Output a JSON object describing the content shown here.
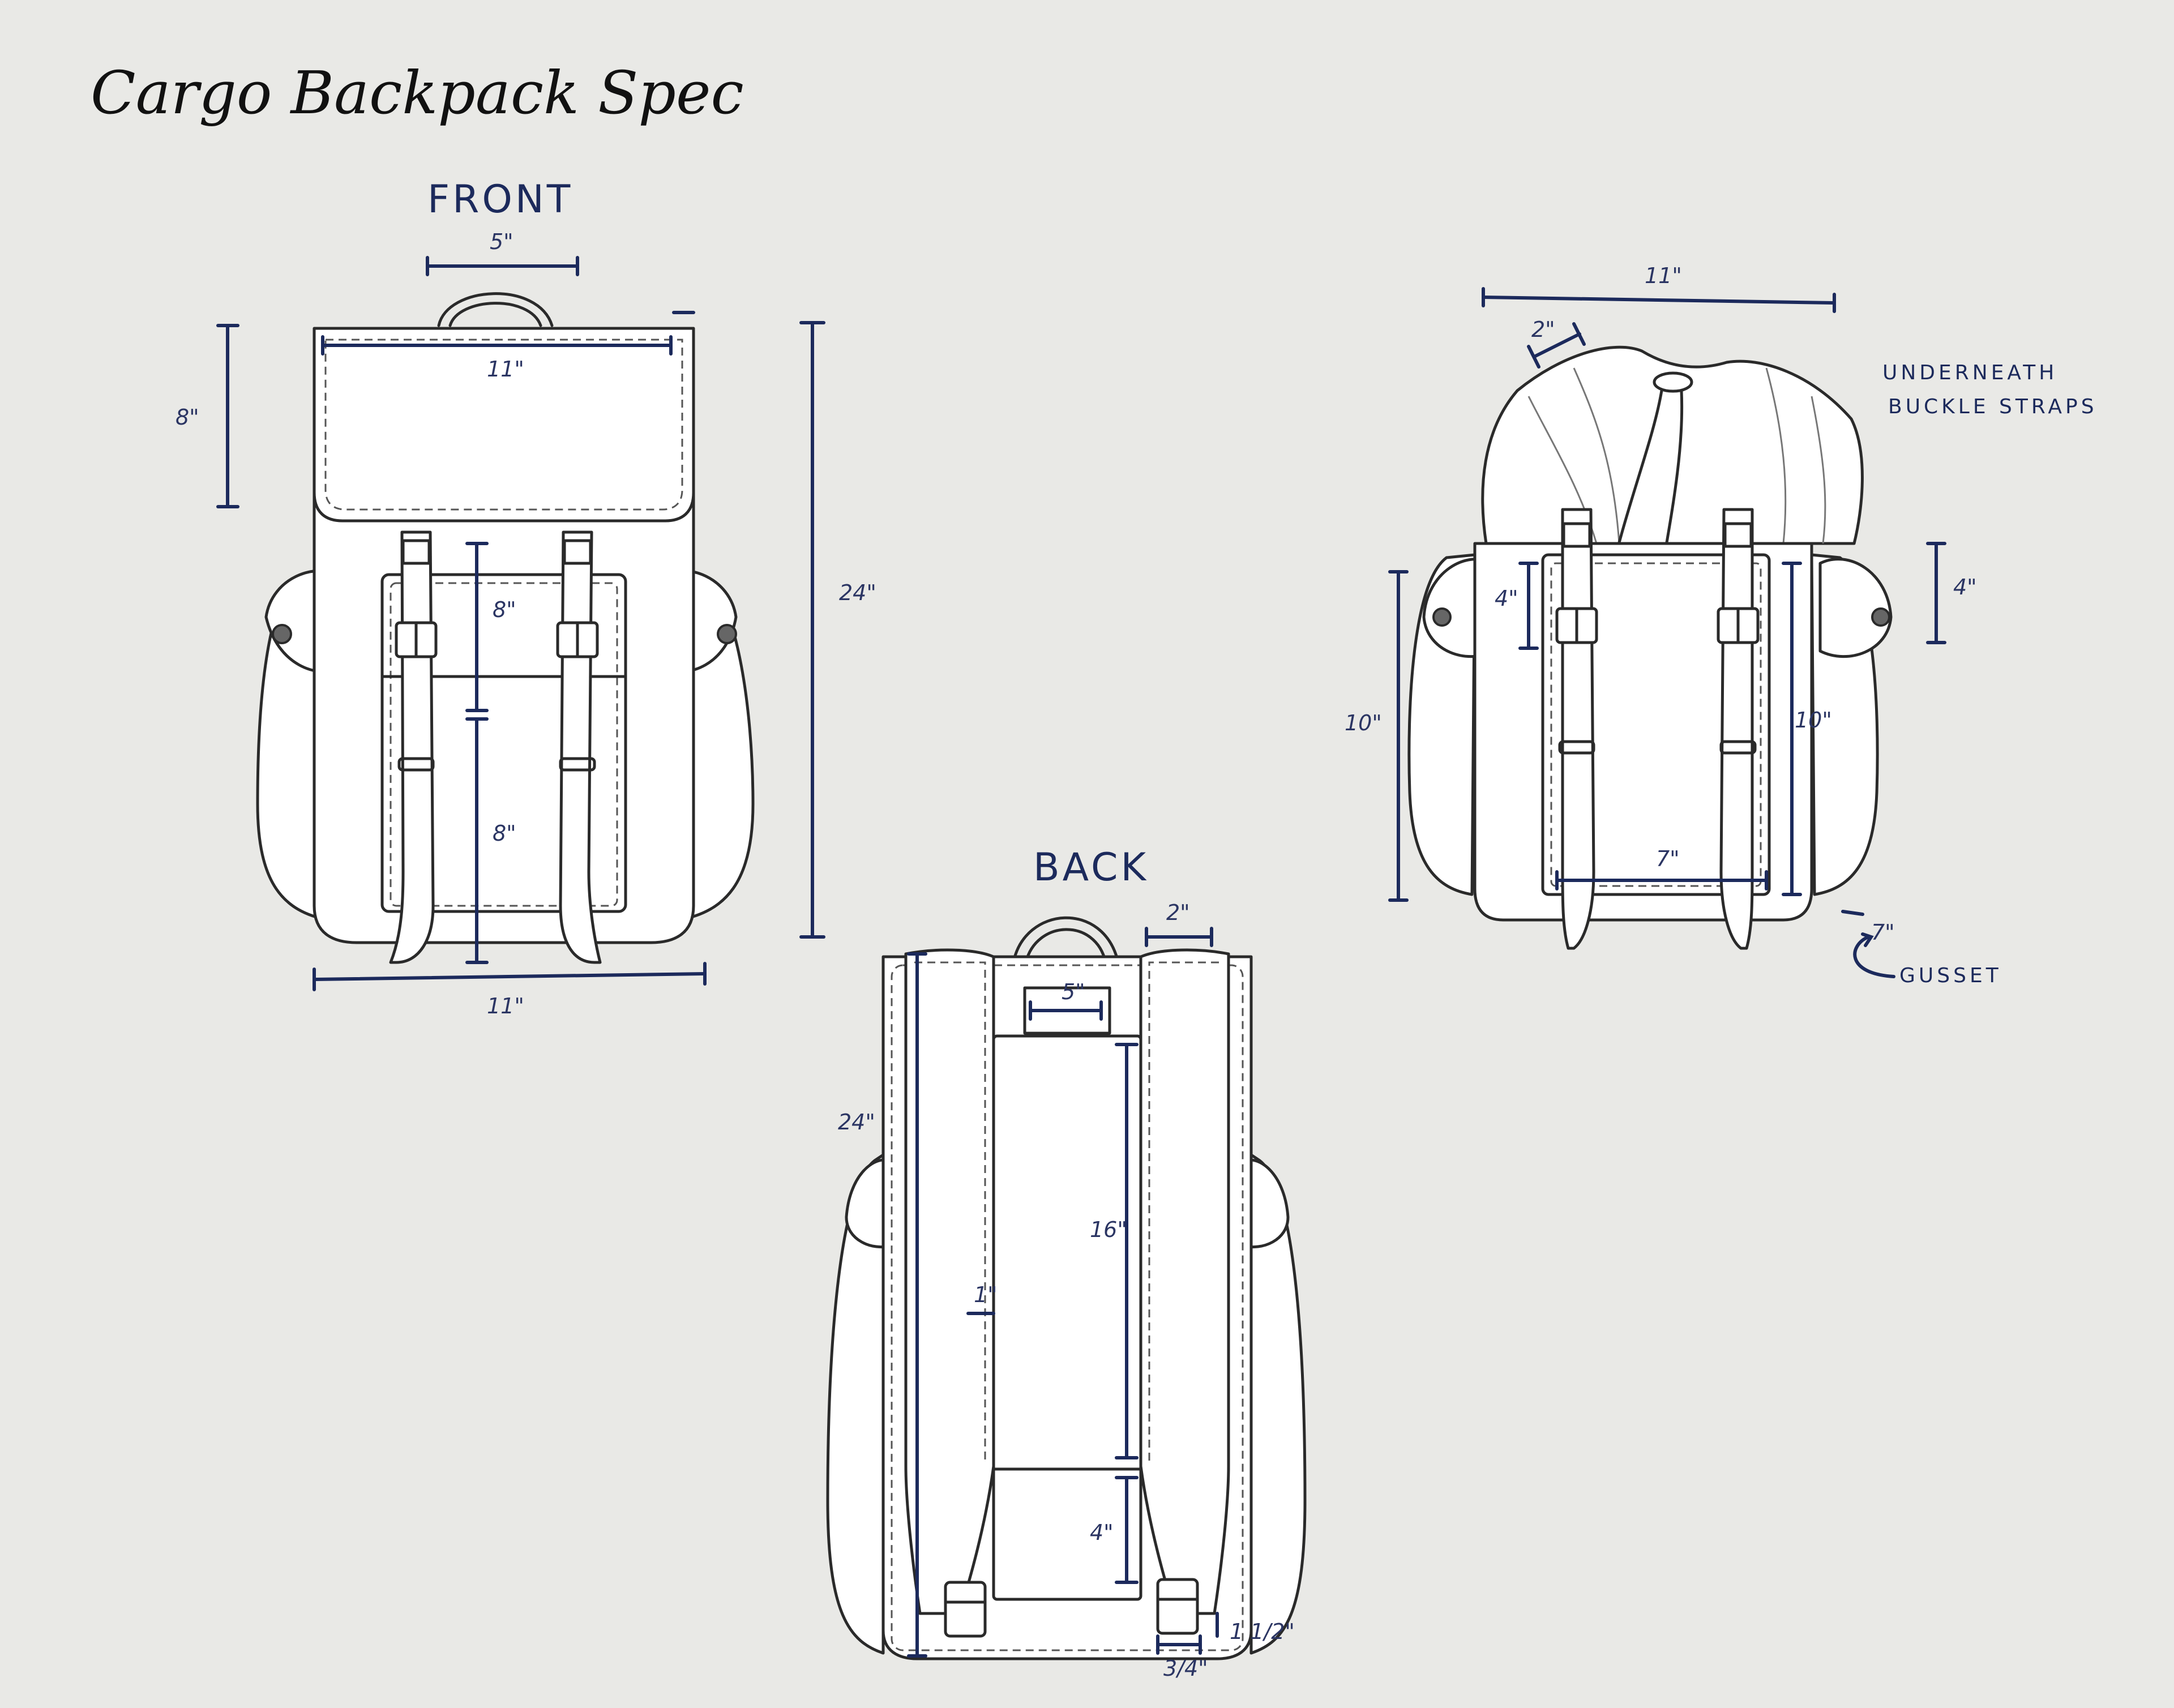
{
  "title": "Cargo Backpack Spec",
  "views": {
    "front": {
      "heading": "FRONT",
      "dims": {
        "handle_width": "5\"",
        "flap_width": "11\"",
        "flap_height": "8\"",
        "total_height": "24\"",
        "pocket_upper": "8\"",
        "pocket_lower": "8\"",
        "base_width": "11\""
      }
    },
    "back": {
      "heading": "BACK",
      "dims": {
        "strap_width": "2\"",
        "handle_width": "5\"",
        "total_height": "24\"",
        "panel_height": "16\"",
        "strap_edge": "1\"",
        "bottom_panel": "4\"",
        "strap_end": "1 1/2\"",
        "buckle_tab": "3/4\""
      }
    },
    "open": {
      "notes": [
        "UNDERNEATH",
        "BUCKLE STRAPS"
      ],
      "gusset_label": "GUSSET",
      "dims": {
        "top_width": "11\"",
        "rim": "2\"",
        "strap_left": "4\"",
        "strap_right": "4\"",
        "side_height": "10\"",
        "body_height": "10\"",
        "pocket_width": "7\"",
        "gusset": "7\""
      }
    }
  }
}
